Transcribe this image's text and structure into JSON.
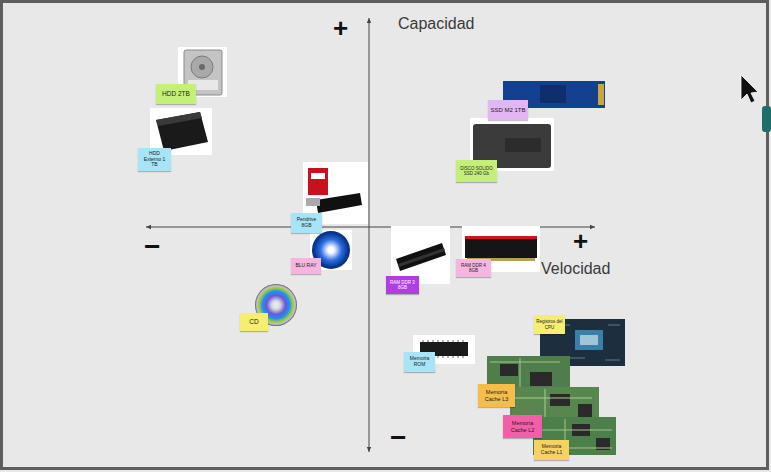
{
  "diagram": {
    "nodes": [
      {
        "text": [
          "HDD 2TB"
        ]
      },
      {
        "text": [
          "SSD M2 1TB"
        ]
      },
      {
        "text": [
          "HDD Externo 1 TB"
        ]
      },
      {
        "text": [
          "DISCO SOLIDO SSD 240 Gb"
        ]
      },
      {
        "text": [
          "Pendrive 8GB"
        ]
      },
      {
        "text": [
          "BLU RAY"
        ]
      },
      {
        "text": [
          "RAM DDR 4 8GB"
        ]
      },
      {
        "text": [
          "RAM DDR 3 8GB"
        ]
      },
      {
        "text": [
          "CD"
        ]
      },
      {
        "text": [
          "Registros del CPU"
        ]
      },
      {
        "text": [
          "Memoria ROM"
        ]
      },
      {
        "text": [
          "Memoria Cache L3"
        ]
      },
      {
        "text": [
          "Memoria Cache L2"
        ]
      },
      {
        "text": [
          "Memoria Cache L1"
        ]
      }
    ],
    "labels": [
      "+",
      "Capacidad",
      "−",
      "+",
      "Velocidad",
      "−"
    ]
  }
}
